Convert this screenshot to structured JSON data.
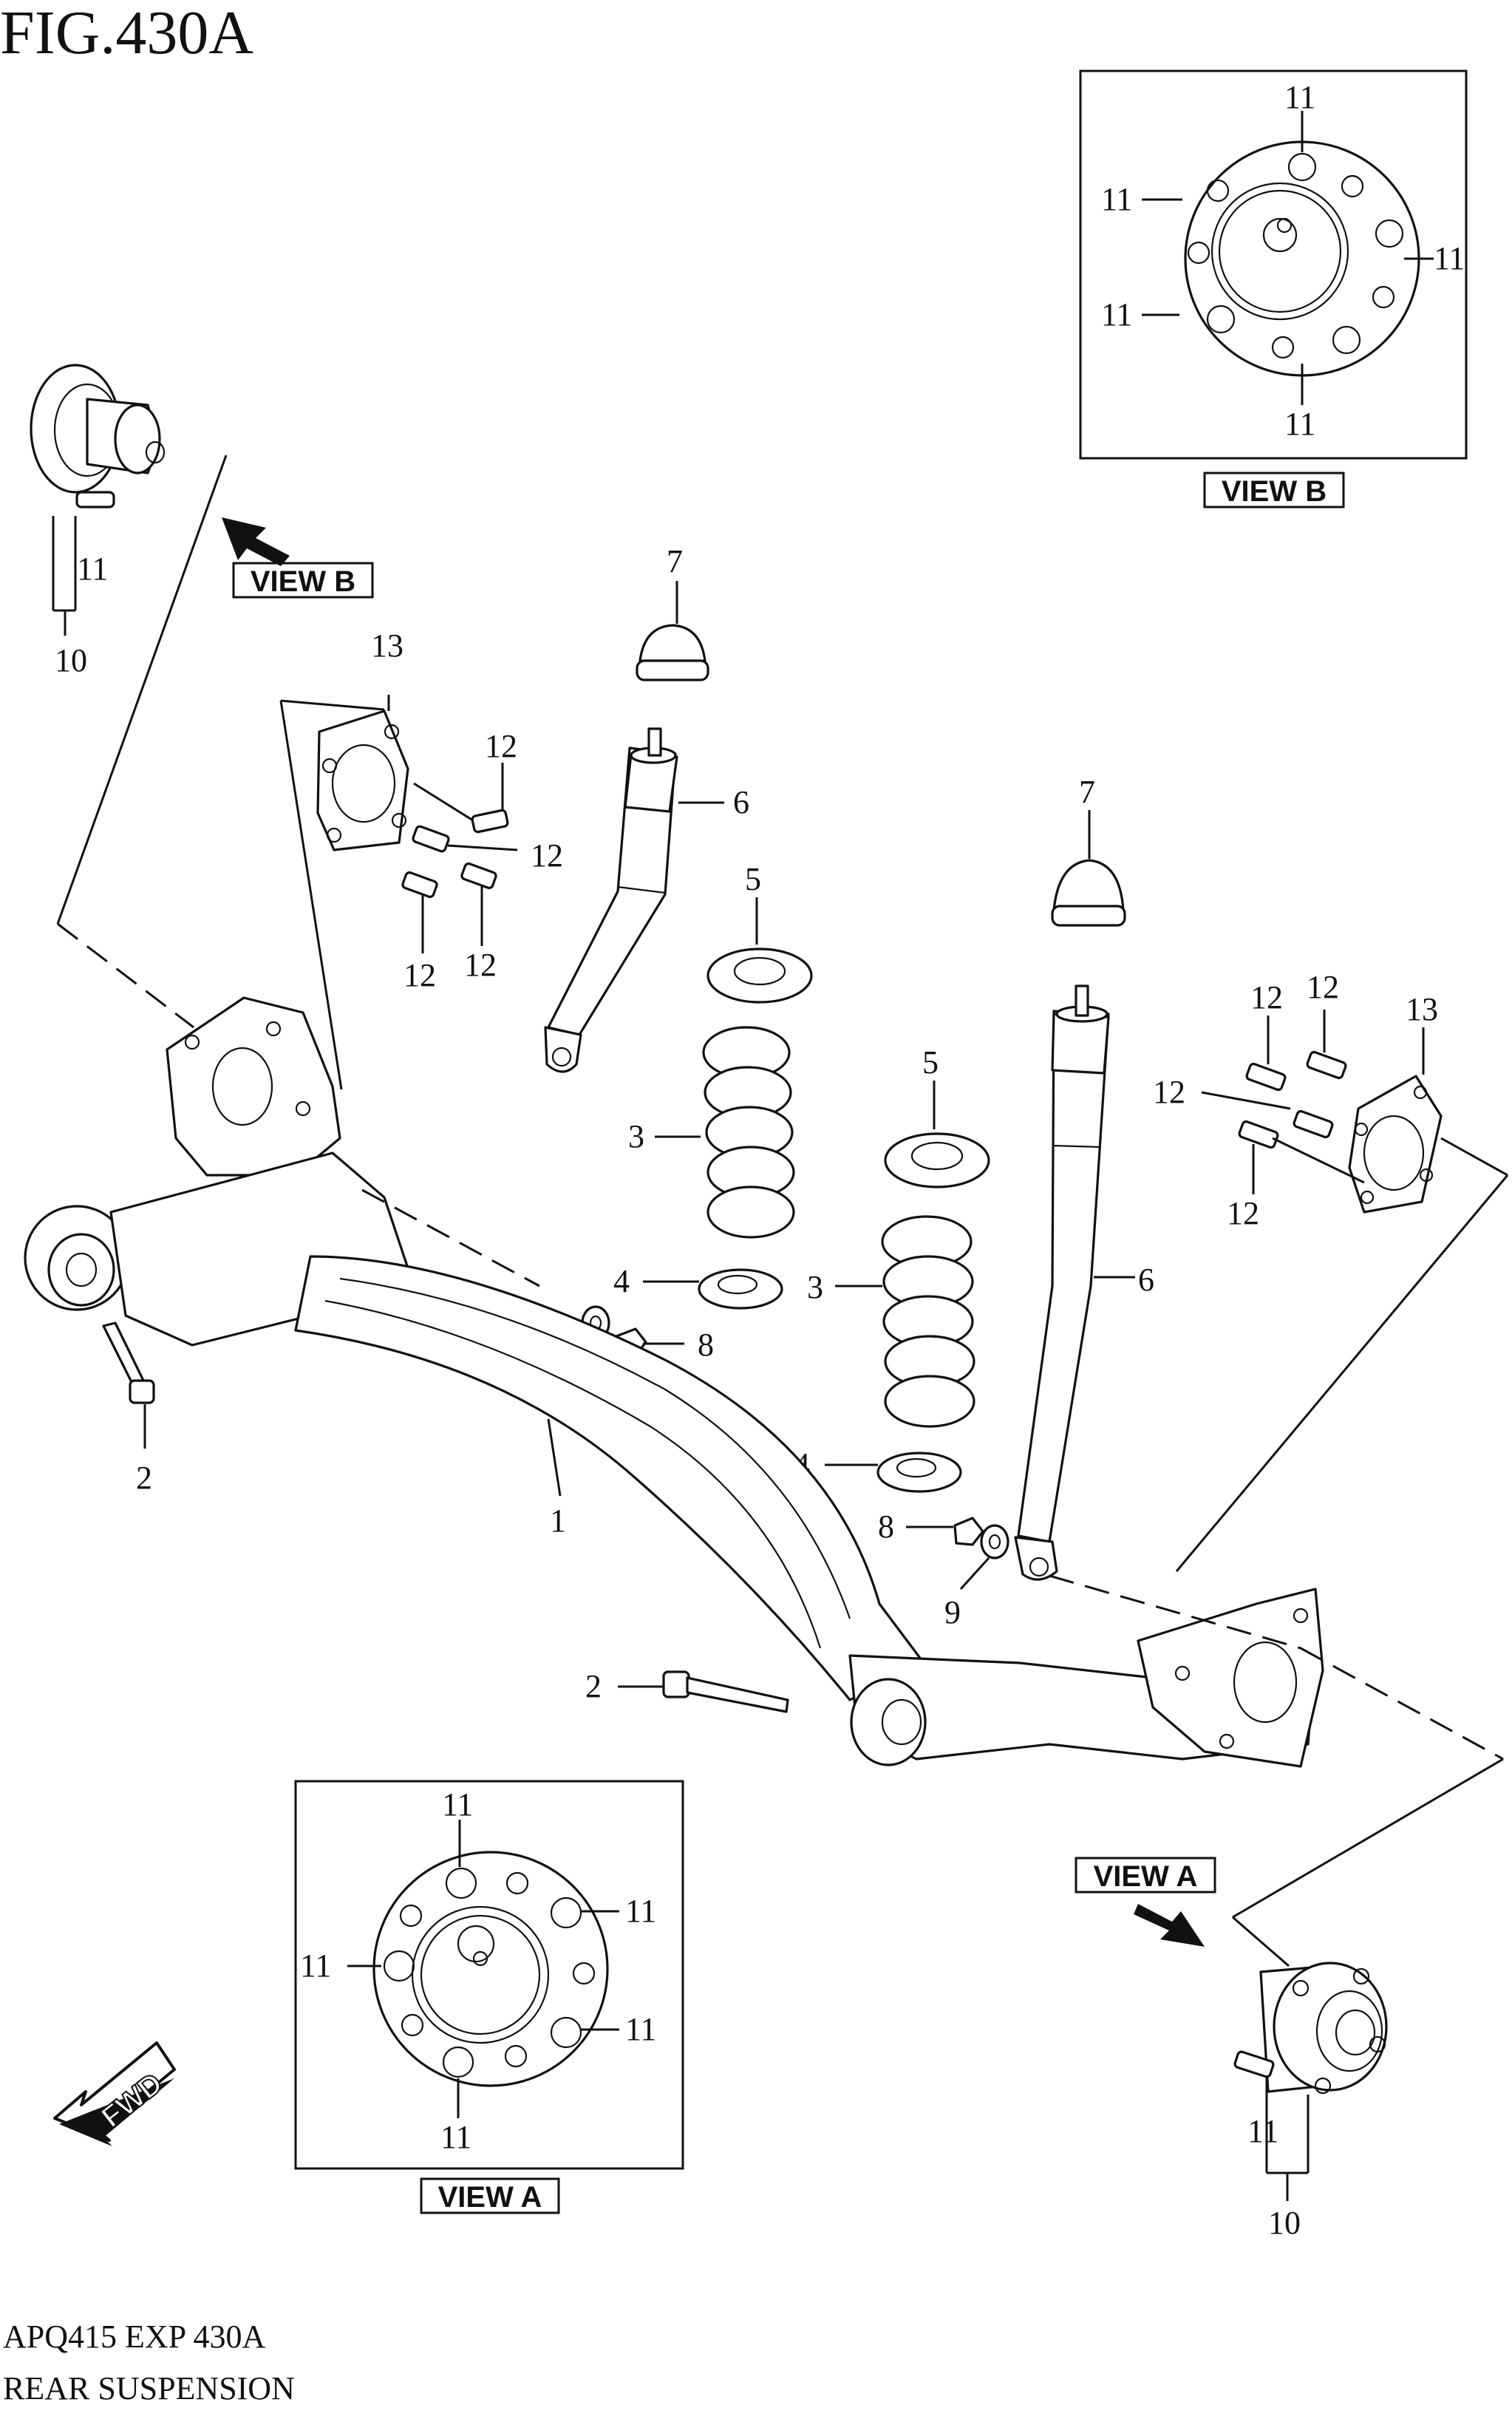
{
  "figure": {
    "title": "FIG.430A",
    "code": "APQ415 EXP 430A",
    "name": "REAR SUSPENSION"
  },
  "view_labels": {
    "view_a": "VIEW A",
    "view_b": "VIEW B",
    "fwd": "FWD"
  },
  "callouts": {
    "n1": "1",
    "n2": "2",
    "n3": "3",
    "n4": "4",
    "n5": "5",
    "n6": "6",
    "n7": "7",
    "n8": "8",
    "n9": "9",
    "n10": "10",
    "n11": "11",
    "n12": "12",
    "n13": "13"
  },
  "colors": {
    "ink": "#111111",
    "paper": "#ffffff"
  }
}
